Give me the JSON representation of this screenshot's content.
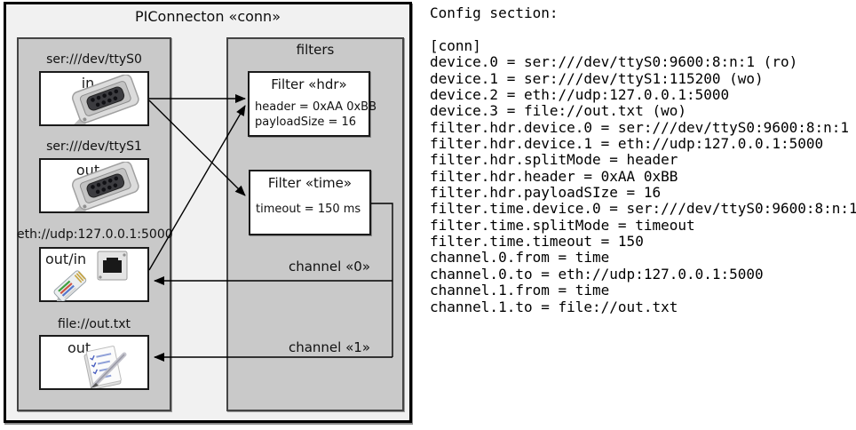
{
  "diagram": {
    "title": "PIConnecton «conn»",
    "devices_panel": {
      "devices": [
        {
          "uri": "ser:///dev/ttyS0",
          "direction": "in",
          "icon": "serial-db9-connector"
        },
        {
          "uri": "ser:///dev/ttyS1",
          "direction": "out",
          "icon": "serial-db9-connector"
        },
        {
          "uri": "eth://udp:127.0.0.1:5000",
          "direction": "out/in",
          "icon": "ethernet-rj45-connector"
        },
        {
          "uri": "file://out.txt",
          "direction": "out",
          "icon": "notepad-pen"
        }
      ]
    },
    "filters_panel": {
      "title": "filters",
      "filters": [
        {
          "title": "Filter «hdr»",
          "attributes": [
            "header = 0xAA 0xBB",
            "payloadSize = 16"
          ]
        },
        {
          "title": "Filter «time»",
          "attributes": [
            "timeout = 150 ms"
          ]
        }
      ]
    },
    "channels": [
      {
        "label": "channel «0»"
      },
      {
        "label": "channel «1»"
      }
    ],
    "connections": [
      "ttyS0-in to Filter hdr",
      "ttyS0-in to Filter time",
      "udp-out/in to Filter hdr",
      "Filter time to udp-out/in (channel 0)",
      "Filter time to file-out (channel 1)"
    ]
  },
  "config": {
    "heading": "Config section:",
    "lines": [
      "[conn]",
      "device.0 = ser:///dev/ttyS0:9600:8:n:1 (ro)",
      "device.1 = ser:///dev/ttyS1:115200 (wo)",
      "device.2 = eth://udp:127.0.0.1:5000",
      "device.3 = file://out.txt (wo)",
      "filter.hdr.device.0 = ser:///dev/ttyS0:9600:8:n:1",
      "filter.hdr.device.1 = eth://udp:127.0.0.1:5000",
      "filter.hdr.splitMode = header",
      "filter.hdr.header = 0xAA 0xBB",
      "filter.hdr.payloadSIze = 16",
      "filter.time.device.0 = ser:///dev/ttyS0:9600:8:n:1",
      "filter.time.splitMode = timeout",
      "filter.time.timeout = 150",
      "channel.0.from = time",
      "channel.0.to = eth://udp:127.0.0.1:5000",
      "channel.1.from = time",
      "channel.1.to = file://out.txt"
    ]
  },
  "colors": {
    "page_bg": "#ffffff",
    "outer_box_bg": "#f1f1f1",
    "panel_bg": "#c9c9c9",
    "box_bg": "#ffffff",
    "line": "#000000",
    "text": "#111111"
  }
}
